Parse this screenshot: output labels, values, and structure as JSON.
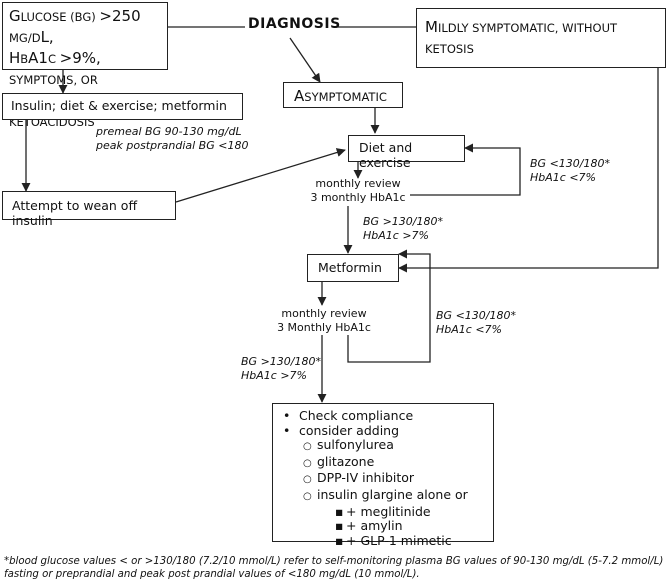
{
  "diagnosis": "DIAGNOSIS",
  "boxes": {
    "glucose_lines": [
      {
        "cap1": "G",
        "sm1": "LUCOSE (BG) ",
        "txt": ">250 ",
        "sm2": "MG/D",
        "tail": "L,"
      },
      {
        "cap1": "H",
        "sm1": "B",
        "txt": "A1",
        "sm2": "C ",
        "tail2": ">9%, ",
        "sm3": "SYMPTOMS, OR"
      },
      {
        "sm1": "KETOSIS OR KETOACIDOSIS"
      }
    ],
    "mild": {
      "cap": "M",
      "line1_sm": "ILDLY SYMPTOMATIC, WITHOUT",
      "line2_sm": "KETOSIS"
    },
    "asymptomatic": {
      "cap": "A",
      "sm": "SYMPTOMATIC"
    },
    "insulin": "Insulin; diet & exercise; metformin",
    "wean": "Attempt to wean off insulin",
    "diet": "Diet and exercise",
    "metformin": "Metformin",
    "final": {
      "bullet1": "Check compliance",
      "bullet2": "consider adding",
      "options": [
        "sulfonylurea",
        "glitazone",
        "DPP-IV inhibitor",
        "insulin glargine alone or"
      ],
      "adjuncts": [
        "+ meglitinide",
        "+ amylin",
        "+ GLP-1 mimetic"
      ]
    }
  },
  "annotations": {
    "targets_1": "premeal BG 90-130 mg/dL",
    "targets_2": "peak postprandial BG <180",
    "review1_1": "monthly review",
    "review1_2": "3 monthly HbA1c",
    "loop1_1": "BG <130/180*",
    "loop1_2": "HbA1c <7%",
    "esc1_1": "BG >130/180*",
    "esc1_2": "HbA1c >7%",
    "review2_1": "monthly review",
    "review2_2": "3 Monthly HbA1c",
    "loop2_1": "BG <130/180*",
    "loop2_2": "HbA1c <7%",
    "esc2_1": "BG >130/180*",
    "esc2_2": "HbA1c >7%"
  },
  "footnote": "*blood glucose values < or >130/180 (7.2/10 mmol/L) refer to self-monitoring plasma BG values of 90-130 mg/dL (5-7.2 mmol/L) fasting or preprandial and peak post prandial values of <180 mg/dL (10 mmol/L).",
  "colors": {
    "line": "#222222",
    "text": "#111111",
    "background": "#ffffff"
  }
}
